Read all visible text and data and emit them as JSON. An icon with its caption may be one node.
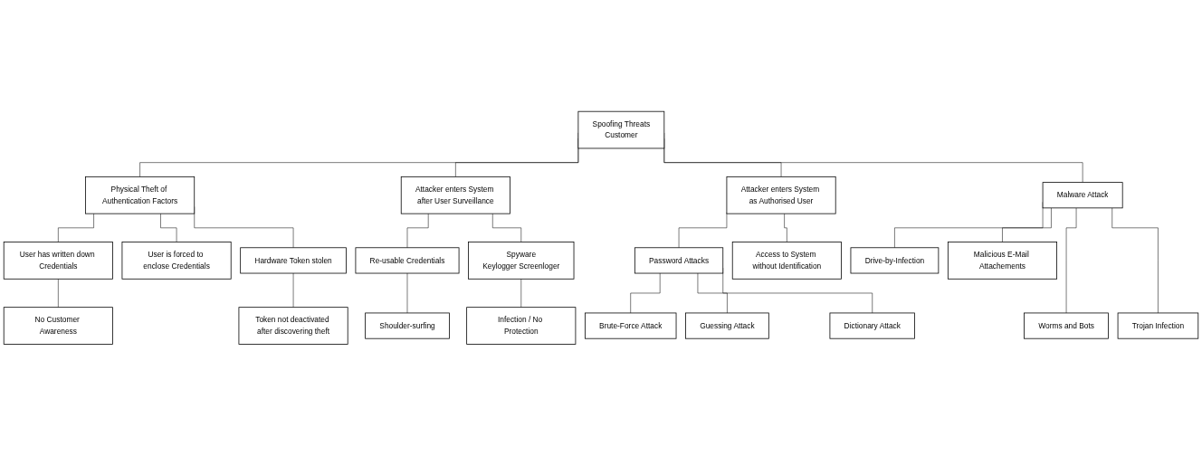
{
  "diagram": {
    "nodes": [
      {
        "text": [
          "Spoofing Threats",
          "Customer"
        ]
      },
      {
        "text": [
          "Physical Theft of Authentication Factors"
        ]
      },
      {
        "text": [
          "Attacker enters System after User Surveillance"
        ]
      },
      {
        "text": [
          "Attacker enters System as Authorised User"
        ]
      },
      {
        "text": [
          "Malware Attack"
        ]
      },
      {
        "text": [
          "User has written down Credentials"
        ]
      },
      {
        "text": [
          "User is forced to enclose Credentials"
        ]
      },
      {
        "text": [
          "Hardware Token stolen"
        ]
      },
      {
        "text": [
          "Re-usable Credentials"
        ]
      },
      {
        "text": [
          "Spyware",
          "Keylogger Screenloger"
        ]
      },
      {
        "text": [
          "Password Attacks"
        ]
      },
      {
        "text": [
          "Access to System without Identification"
        ]
      },
      {
        "text": [
          "Drive-by-Infection"
        ]
      },
      {
        "text": [
          "Malicious E-Mail Attachements"
        ]
      },
      {
        "text": [
          "No Customer Awareness"
        ]
      },
      {
        "text": [
          "Token not deactivated after discovering theft"
        ]
      },
      {
        "text": [
          "Shoulder-surfing"
        ]
      },
      {
        "text": [
          "Infection / No Protection"
        ]
      },
      {
        "text": [
          "Brute-Force Attack"
        ]
      },
      {
        "text": [
          "Guessing Attack"
        ]
      },
      {
        "text": [
          "Dictionary Attack"
        ]
      },
      {
        "text": [
          "Worms and Bots"
        ]
      },
      {
        "text": [
          "Trojan Infection"
        ]
      }
    ],
    "edges": [
      {
        "from": 0,
        "to": 1,
        "arrow": "none"
      },
      {
        "from": 0,
        "to": 2,
        "arrow": "none"
      },
      {
        "from": 0,
        "to": 3,
        "arrow": "none"
      },
      {
        "from": 0,
        "to": 4,
        "arrow": "none"
      },
      {
        "from": 1,
        "to": 5,
        "arrow": "none"
      },
      {
        "from": 1,
        "to": 6,
        "arrow": "none"
      },
      {
        "from": 1,
        "to": 7,
        "arrow": "none"
      },
      {
        "from": 2,
        "to": 8,
        "arrow": "none"
      },
      {
        "from": 2,
        "to": 9,
        "arrow": "none"
      },
      {
        "from": 3,
        "to": 10,
        "arrow": "none"
      },
      {
        "from": 3,
        "to": 11,
        "arrow": "none"
      },
      {
        "from": 4,
        "to": 12,
        "arrow": "none"
      },
      {
        "from": 4,
        "to": 21,
        "arrow": "none"
      },
      {
        "from": 4,
        "to": 22,
        "arrow": "none"
      },
      {
        "from": 4,
        "to": 13,
        "arrow": "none"
      },
      {
        "from": 5,
        "to": 14,
        "arrow": "none"
      },
      {
        "from": 7,
        "to": 15,
        "arrow": "none"
      },
      {
        "from": 8,
        "to": 16,
        "arrow": "none"
      },
      {
        "from": 9,
        "to": 17,
        "arrow": "none"
      },
      {
        "from": 10,
        "to": 18,
        "arrow": "none"
      },
      {
        "from": 10,
        "to": 19,
        "arrow": "none"
      },
      {
        "from": 10,
        "to": 20,
        "arrow": "none"
      }
    ]
  }
}
